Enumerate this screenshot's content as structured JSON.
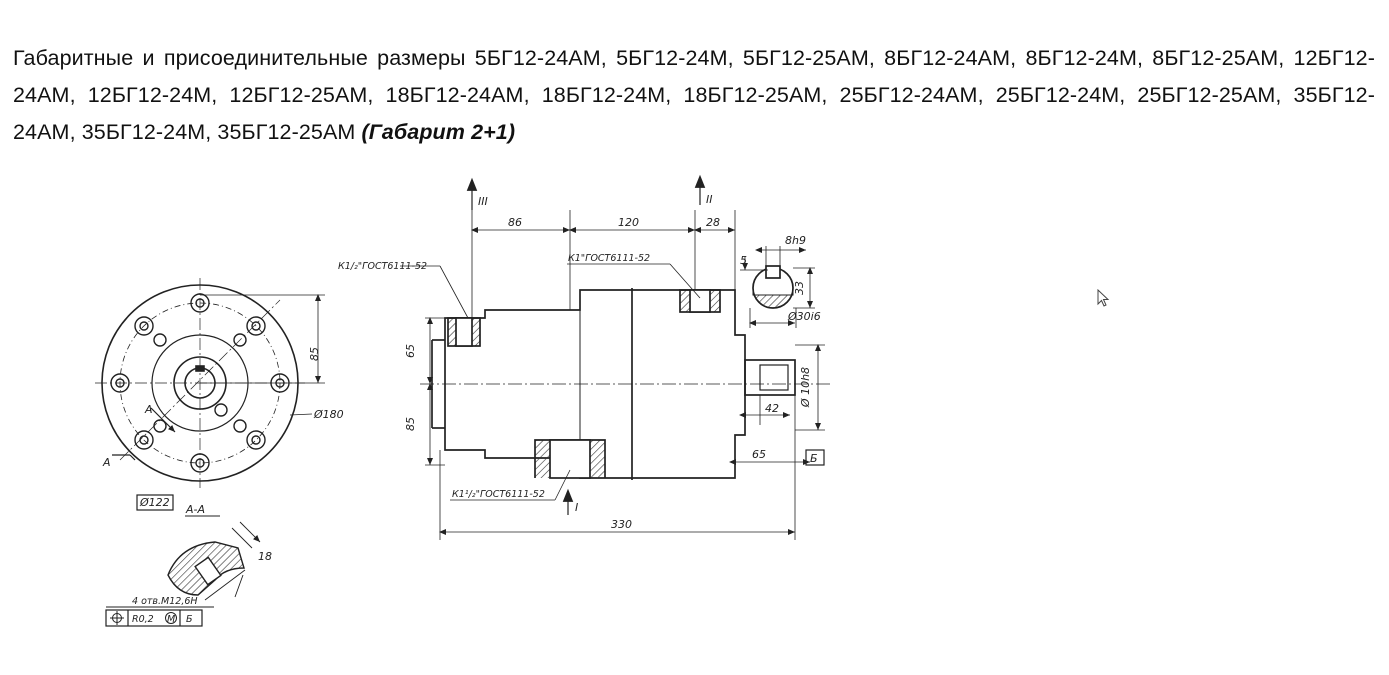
{
  "heading": {
    "text": "Габаритные и присоединительные размеры 5БГ12-24АМ, 5БГ12-24М, 5БГ12-25АМ, 8БГ12-24АМ, 8БГ12-24М, 8БГ12-25АМ, 12БГ12-24АМ, 12БГ12-24М, 12БГ12-25АМ, 18БГ12-24АМ, 18БГ12-24М, 18БГ12-25АМ, 25БГ12-24АМ, 25БГ12-24М, 25БГ12-25АМ, 35БГ12-24АМ, 35БГ12-24М, 35БГ12-25АМ ",
    "emphasis": "(Габарит 2+1)"
  },
  "drawing": {
    "view_marks": {
      "III": "III",
      "II": "II",
      "I": "I",
      "A_arrow": "A",
      "A_inner": "A"
    },
    "dims": {
      "d86": "86",
      "d120": "120",
      "d28": "28",
      "d8h9": "8h9",
      "d5": "5",
      "d33": "33",
      "d30i6": "Ø30i6",
      "d65_top": "65",
      "d85_left": "85",
      "d85_flange": "85",
      "d180": "Ø180",
      "d10h8": "Ø 10h8",
      "d42": "42",
      "d65_shaft": "65",
      "d330": "330",
      "d122": "Ø122",
      "d18": "18"
    },
    "labels": {
      "port_top_left": "К1/₂\"ГОСТ6111-52",
      "port_top_right": "К1\"ГОСТ6111-52",
      "port_bottom": "К1¹/₂\"ГОСТ6111-52",
      "section": "А-А",
      "holes": "4 отв.М12,6Н",
      "tolerance_pos": "R0,2",
      "tolerance_m": "М",
      "datum": "Б",
      "datum_main": "Б"
    }
  },
  "colors": {
    "ink": "#222222",
    "background": "#ffffff"
  }
}
